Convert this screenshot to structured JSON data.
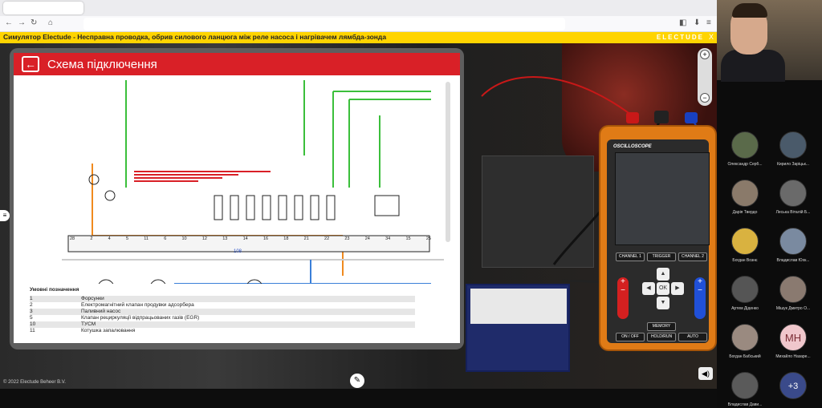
{
  "app": {
    "title": "Симулятор Electude - Несправна проводка, обрив силового ланцюга між реле насоса і нагрівачем лямбда-зонда",
    "brand": "ELECTUDE",
    "close": "X",
    "copyright": "© 2022 Electude Beheer B.V."
  },
  "schematic": {
    "title": "Схема підключення",
    "back_icon": "←",
    "legend_title": "Умовні позначення",
    "legend": [
      {
        "n": "1",
        "t": "Форсунки"
      },
      {
        "n": "2",
        "t": "Електромагнітний клапан продувки адсорбера"
      },
      {
        "n": "3",
        "t": "Паливний насос"
      },
      {
        "n": "5",
        "t": "Клапан рециркуляції відпрацьованих газів (EGR)"
      },
      {
        "n": "10",
        "t": "ТУСМ"
      },
      {
        "n": "11",
        "t": "Котушка запалювання"
      }
    ],
    "bus_numbers": [
      "28",
      "2",
      "4",
      "5",
      "11",
      "6",
      "10",
      "12",
      "13",
      "14",
      "16",
      "18",
      "21",
      "22",
      "23",
      "24",
      "34",
      "15",
      "25"
    ],
    "connector_label": "108"
  },
  "oscilloscope": {
    "title": "OSCILLOSCOPE",
    "buttons": [
      "CHANNEL 1",
      "TRIGGER",
      "CHANNEL 2",
      "MEMORY",
      "ON / OFF",
      "HOLD/RUN",
      "AUTO"
    ],
    "dpad_ok": "OK",
    "plus": "+",
    "minus": "−"
  },
  "view": {
    "zoom_in": "+",
    "zoom_out": "−"
  },
  "participants": [
    {
      "name": "Олександр Серб...",
      "color": "#5a6a4a"
    },
    {
      "name": "Кирило Заріцьк...",
      "color": "#4a5a6a"
    },
    {
      "name": "Дарія Твердо",
      "color": "#8a7a6a"
    },
    {
      "name": "Леська Віталій Б...",
      "color": "#6a6a6a"
    },
    {
      "name": "Богдан Вознє",
      "color": "#d9b240"
    },
    {
      "name": "Владислав Юхк...",
      "color": "#7a8aa0"
    },
    {
      "name": "Артем Діденко",
      "color": "#555555"
    },
    {
      "name": "Мішук Дмитро О...",
      "color": "#8a7a70"
    },
    {
      "name": "Богдан Бабський",
      "color": "#9a8a80"
    },
    {
      "name": "Михайло Назаре...",
      "initials": "МН"
    },
    {
      "name": "Владислав Дави...",
      "color": "#5a5a5a"
    },
    {
      "more": "+3"
    }
  ]
}
